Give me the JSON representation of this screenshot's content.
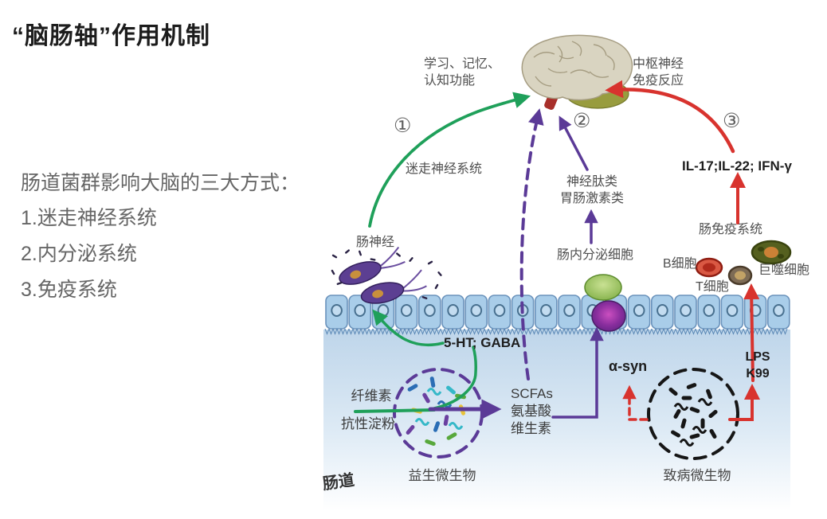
{
  "page": {
    "title": "“脑肠轴”作用机制"
  },
  "sidebar": {
    "intro": "肠道菌群影响大脑的三大方式：",
    "items": [
      {
        "label": "1.迷走神经系统"
      },
      {
        "label": "2.内分泌系统"
      },
      {
        "label": "3.免疫系统"
      }
    ]
  },
  "diagram": {
    "brain_function": {
      "line1": "学习、记忆、",
      "line2": "认知功能"
    },
    "cns_immune": {
      "line1": "中枢神经",
      "line2": "免疫反应"
    },
    "steps": {
      "one": "①",
      "two": "②",
      "three": "③"
    },
    "vagus_system": "迷走神经系统",
    "cytokines": "IL-17;IL-22; IFN-γ",
    "neuropeptides": {
      "line1": "神经肽类",
      "line2": "胃肠激素类"
    },
    "gut_immune_system": "肠免疫系统",
    "enteric_nerve": "肠神经",
    "cells": {
      "b_cell": "B细胞",
      "t_cell": "T细胞",
      "macrophage": "巨噬细胞",
      "enteroendocrine": "肠内分泌细胞"
    },
    "neurotransmitters": "5-HT; GABA",
    "alpha_syn": "α-syn",
    "lps": "LPS",
    "k99": "K99",
    "substrates": {
      "fiber": "纤维素",
      "resistant_starch": "抗性淀粉"
    },
    "metabolites": {
      "scfas": "SCFAs",
      "amino_acids": "氨基酸",
      "vitamins": "维生素"
    },
    "probiotics": "益生微生物",
    "pathogens": "致病微生物",
    "gut": "肠道"
  },
  "colors": {
    "green_arrow": "#1fa05a",
    "purple_arrow": "#5b3a97",
    "red_arrow": "#d8332e",
    "epithelium_fill": "#a9cde9",
    "lumen_top": "#bed5ea",
    "brain_fill": "#d9d4c1",
    "cerebellum_fill": "#989c3e",
    "brainstem_fill": "#a82f2a",
    "text_dark": "#1d1d1d",
    "text_gray": "#666666"
  }
}
